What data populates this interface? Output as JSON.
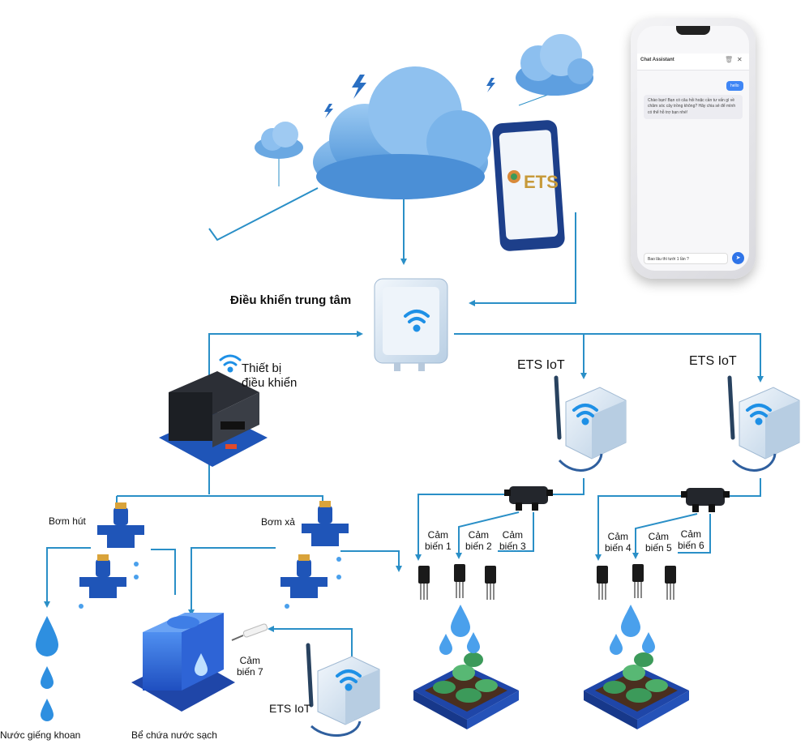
{
  "labels": {
    "central": "Điều khiển trung tâm",
    "device": "Thiết bị\nđiều khiển",
    "pump_in": "Bơm hút",
    "pump_out": "Bơm xả",
    "ets_iot": "ETS IoT",
    "sensor1": "Cảm\nbiến 1",
    "sensor2": "Cảm\nbiến 2",
    "sensor3": "Cảm\nbiến 3",
    "sensor4": "Cảm\nbiến 4",
    "sensor5": "Cảm\nbiến 5",
    "sensor6": "Cảm\nbiến 6",
    "sensor7": "Cảm\nbiến 7",
    "well_water": "Nước giếng khoan",
    "clean_tank": "Bể chứa nước sạch"
  },
  "tablet": {
    "logo": "ETS"
  },
  "chat": {
    "title": "Chat Assistant",
    "user_message": "hello",
    "bot_message": "Chào bạn! Bạn có câu hỏi hoặc cần tư vấn gì về chăm sóc cây trồng không? Hãy chia sẻ để mình có thể hỗ trợ bạn nhé!",
    "input_value": "Bao lâu thì tưới 1 lần ?",
    "trash_icon": "trash-icon",
    "close_icon": "close-icon",
    "send_icon": "send-icon"
  },
  "colors": {
    "line": "#2a8fc7",
    "cloud": "#5ea3e0",
    "device_blue": "#1f55b8",
    "water": "#2e8fe0",
    "leaf": "#3c9a5a"
  }
}
